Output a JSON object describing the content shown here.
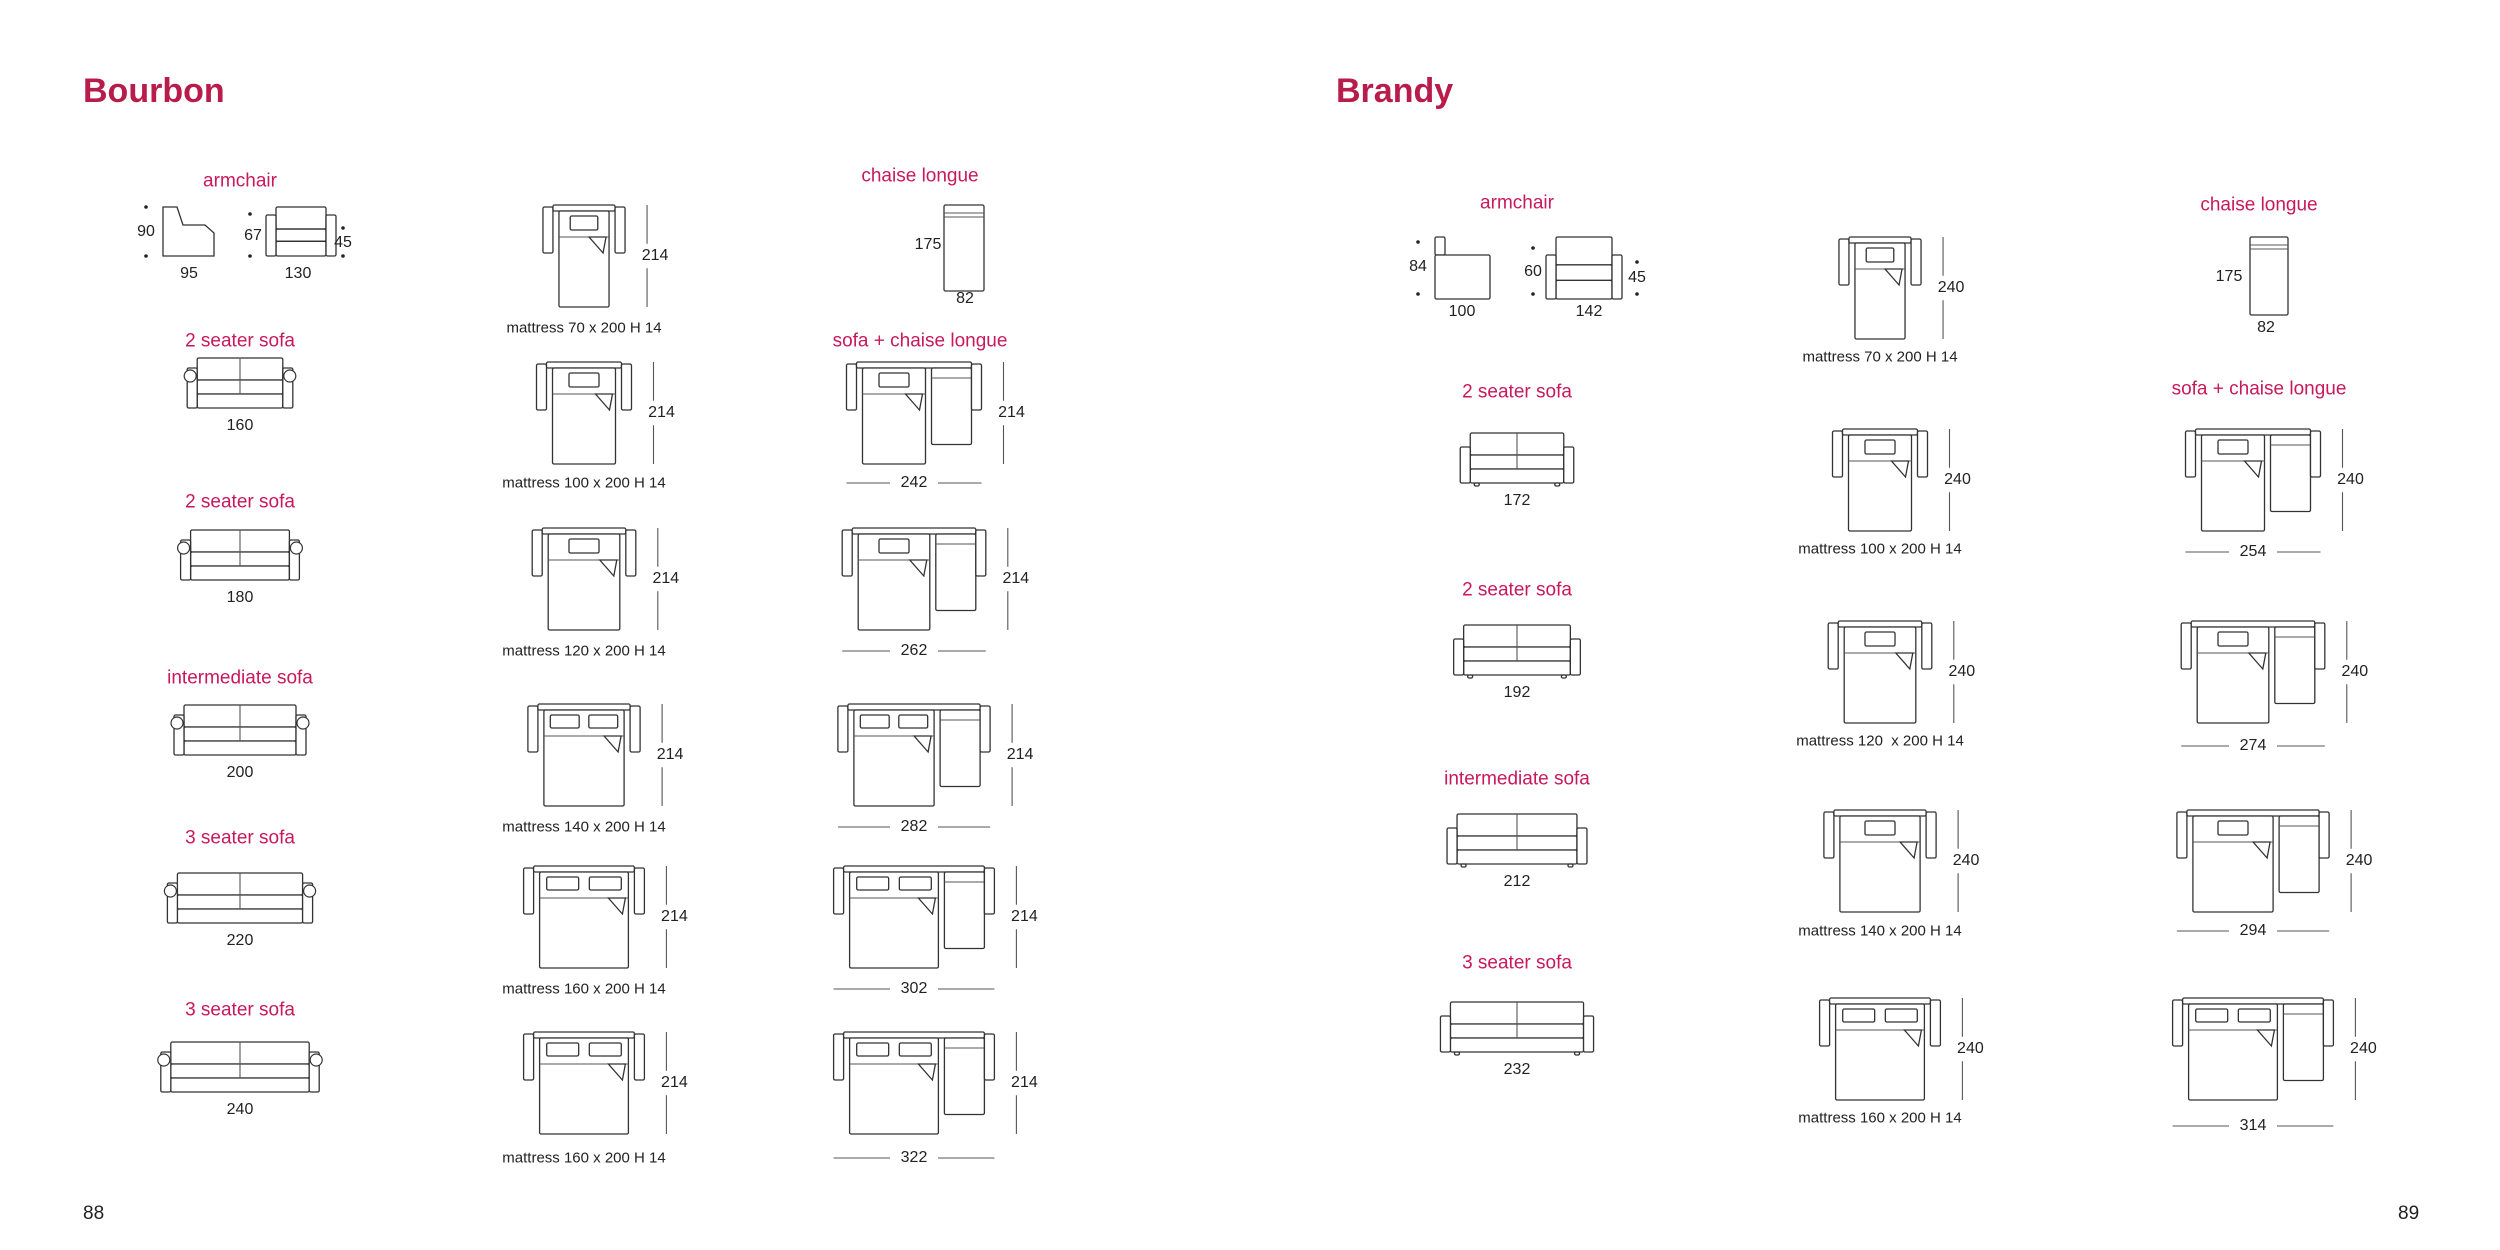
{
  "pages": [
    {
      "title": "Bourbon",
      "page_number": "88",
      "armchair": {
        "label": "armchair",
        "side_height": "90",
        "side_width": "95",
        "front_height": "67",
        "seat_height": "45",
        "front_width": "130"
      },
      "sofas": [
        {
          "label": "2 seater sofa",
          "width": "160"
        },
        {
          "label": "2 seater sofa",
          "width": "180"
        },
        {
          "label": "intermediate sofa",
          "width": "200"
        },
        {
          "label": "3 seater sofa",
          "width": "220"
        },
        {
          "label": "3 seater sofa",
          "width": "240"
        }
      ],
      "sofa_beds": [
        {
          "mattress": "mattress 70 x 200 H 14",
          "depth": "214",
          "pillows": 1
        },
        {
          "mattress": "mattress 100 x 200 H 14",
          "depth": "214",
          "pillows": 1
        },
        {
          "mattress": "mattress 120 x 200 H 14",
          "depth": "214",
          "pillows": 1
        },
        {
          "mattress": "mattress 140 x 200 H 14",
          "depth": "214",
          "pillows": 2
        },
        {
          "mattress": "mattress 160 x 200 H 14",
          "depth": "214",
          "pillows": 2
        },
        {
          "mattress": "mattress 160 x 200 H 14",
          "depth": "214",
          "pillows": 2
        }
      ],
      "chaise": {
        "label": "chaise longue",
        "length": "175",
        "width": "82"
      },
      "sofa_chaise": {
        "label": "sofa + chaise longue",
        "items": [
          {
            "width": "242",
            "depth": "214"
          },
          {
            "width": "262",
            "depth": "214"
          },
          {
            "width": "282",
            "depth": "214"
          },
          {
            "width": "302",
            "depth": "214"
          },
          {
            "width": "322",
            "depth": "214"
          }
        ]
      }
    },
    {
      "title": "Brandy",
      "page_number": "89",
      "armchair": {
        "label": "armchair",
        "side_height": "84",
        "side_width": "100",
        "front_height": "60",
        "seat_height": "45",
        "front_width": "142"
      },
      "sofas": [
        {
          "label": "2 seater sofa",
          "width": "172"
        },
        {
          "label": "2 seater sofa",
          "width": "192"
        },
        {
          "label": "intermediate sofa",
          "width": "212"
        },
        {
          "label": "3 seater sofa",
          "width": "232"
        }
      ],
      "sofa_beds": [
        {
          "mattress": "mattress 70 x 200 H 14",
          "depth": "240",
          "pillows": 1
        },
        {
          "mattress": "mattress 100 x 200 H 14",
          "depth": "240",
          "pillows": 1
        },
        {
          "mattress": "mattress 120  x 200 H 14",
          "depth": "240",
          "pillows": 1
        },
        {
          "mattress": "mattress 140 x 200 H 14",
          "depth": "240",
          "pillows": 1
        },
        {
          "mattress": "mattress 160 x 200 H 14",
          "depth": "240",
          "pillows": 2
        }
      ],
      "chaise": {
        "label": "chaise longue",
        "length": "175",
        "width": "82"
      },
      "sofa_chaise": {
        "label": "sofa + chaise longue",
        "items": [
          {
            "width": "254",
            "depth": "240"
          },
          {
            "width": "274",
            "depth": "240"
          },
          {
            "width": "294",
            "depth": "240"
          },
          {
            "width": "314",
            "depth": "240"
          }
        ]
      }
    }
  ]
}
